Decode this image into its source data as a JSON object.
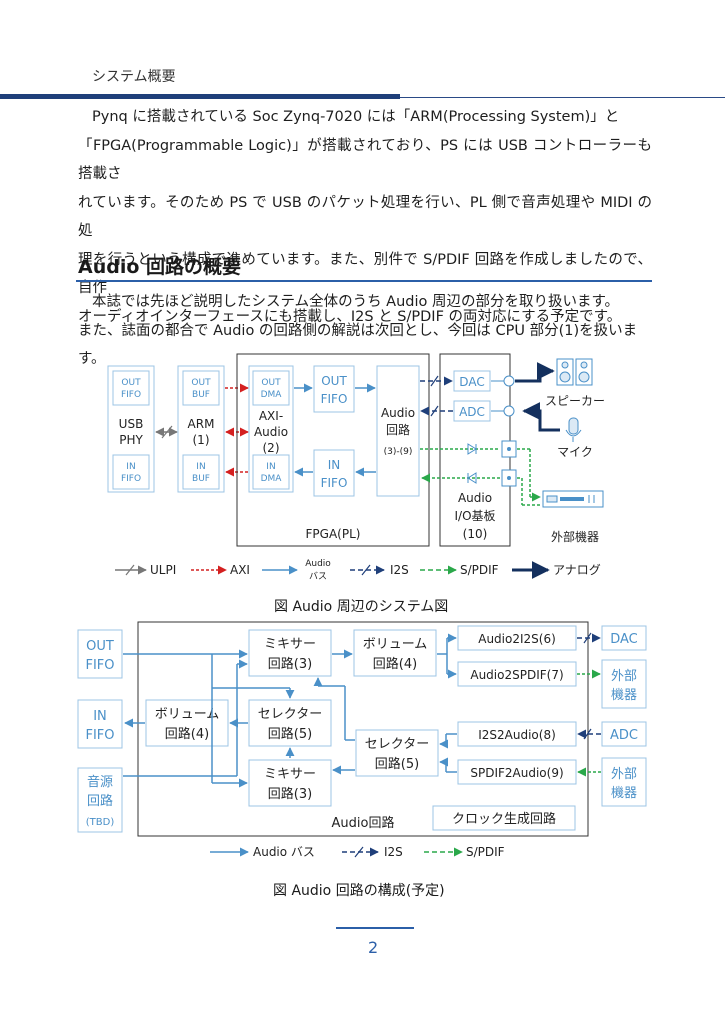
{
  "header": {
    "title": "システム概要"
  },
  "paragraph1": [
    "Pynq に搭載されている Soc Zynq-7020 には「ARM(Processing System)」と",
    "「FPGA(Programmable Logic)」が搭載されており、PS には USB コントローラーも搭載さ",
    "れています。そのため PS で USB のパケット処理を行い、PL 側で音声処理や MIDI の処",
    "理を行うという構成で進めています。また、別件で S/PDIF 回路を作成しましたので、自作",
    "オーディオインターフェースにも搭載し、I2S と S/PDIF の両対応にする予定です。"
  ],
  "section_title": "Audio 回路の概要",
  "paragraph2": [
    "本誌では先ほど説明したシステム全体のうち Audio 周辺の部分を取り扱います。",
    "また、誌面の都合で Audio の回路側の解説は次回とし、今回は CPU 部分(1)を扱います。"
  ],
  "figure1": {
    "out_fifo": [
      "OUT",
      "FIFO"
    ],
    "in_fifo": [
      "IN",
      "FIFO"
    ],
    "usb_phy": [
      "USB",
      "PHY"
    ],
    "out_buf": [
      "OUT",
      "BUF"
    ],
    "in_buf": [
      "IN",
      "BUF"
    ],
    "arm": [
      "ARM",
      "(1)"
    ],
    "out_dma": [
      "OUT",
      "DMA"
    ],
    "in_dma": [
      "IN",
      "DMA"
    ],
    "axi_audio": [
      "AXI-",
      "Audio",
      "(2)"
    ],
    "out_fifo2": [
      "OUT",
      "FIFO"
    ],
    "in_fifo2": [
      "IN",
      "FIFO"
    ],
    "audio_circuit": [
      "Audio",
      "回路",
      "(3)-(9)"
    ],
    "fpga_label": "FPGA(PL)",
    "dac": "DAC",
    "adc": "ADC",
    "io_board": [
      "Audio",
      "I/O基板",
      "(10)"
    ],
    "speaker": "スピーカー",
    "mic": "マイク",
    "external": "外部機器",
    "legend": {
      "ulpi": "ULPI",
      "axi": "AXI",
      "audio_bus": [
        "Audio",
        "バス"
      ],
      "i2s": "I2S",
      "spdif": "S/PDIF",
      "analog": "アナログ"
    },
    "colors": {
      "blue": "#4a90c8",
      "dark_blue": "#1f3f7a",
      "red": "#d42020",
      "green": "#2aa84a",
      "gray": "#777777",
      "navy": "#14305e"
    }
  },
  "caption1": "図 Audio 周辺のシステム図",
  "figure2": {
    "out_fifo": [
      "OUT",
      "FIFO"
    ],
    "in_fifo": [
      "IN",
      "FIFO"
    ],
    "source": [
      "音源",
      "回路",
      "(TBD)"
    ],
    "mixer1": [
      "ミキサー",
      "回路(3)"
    ],
    "volume_out": [
      "ボリューム",
      "回路(4)"
    ],
    "volume_in": [
      "ボリューム",
      "回路(4)"
    ],
    "selector1": [
      "セレクター",
      "回路(5)"
    ],
    "mixer2": [
      "ミキサー",
      "回路(3)"
    ],
    "selector2": [
      "セレクター",
      "回路(5)"
    ],
    "audio2i2s": "Audio2I2S(6)",
    "audio2spdif": "Audio2SPDIF(7)",
    "i2s2audio": "I2S2Audio(8)",
    "spdif2audio": "SPDIF2Audio(9)",
    "dac": "DAC",
    "adc": "ADC",
    "ext_out": [
      "外部",
      "機器"
    ],
    "ext_in": [
      "外部",
      "機器"
    ],
    "audio_circuit_label": "Audio回路",
    "clock": "クロック生成回路",
    "legend": {
      "audio_bus": "Audio バス",
      "i2s": "I2S",
      "spdif": "S/PDIF"
    }
  },
  "caption2": "図 Audio 回路の構成(予定)",
  "page_number": "2"
}
